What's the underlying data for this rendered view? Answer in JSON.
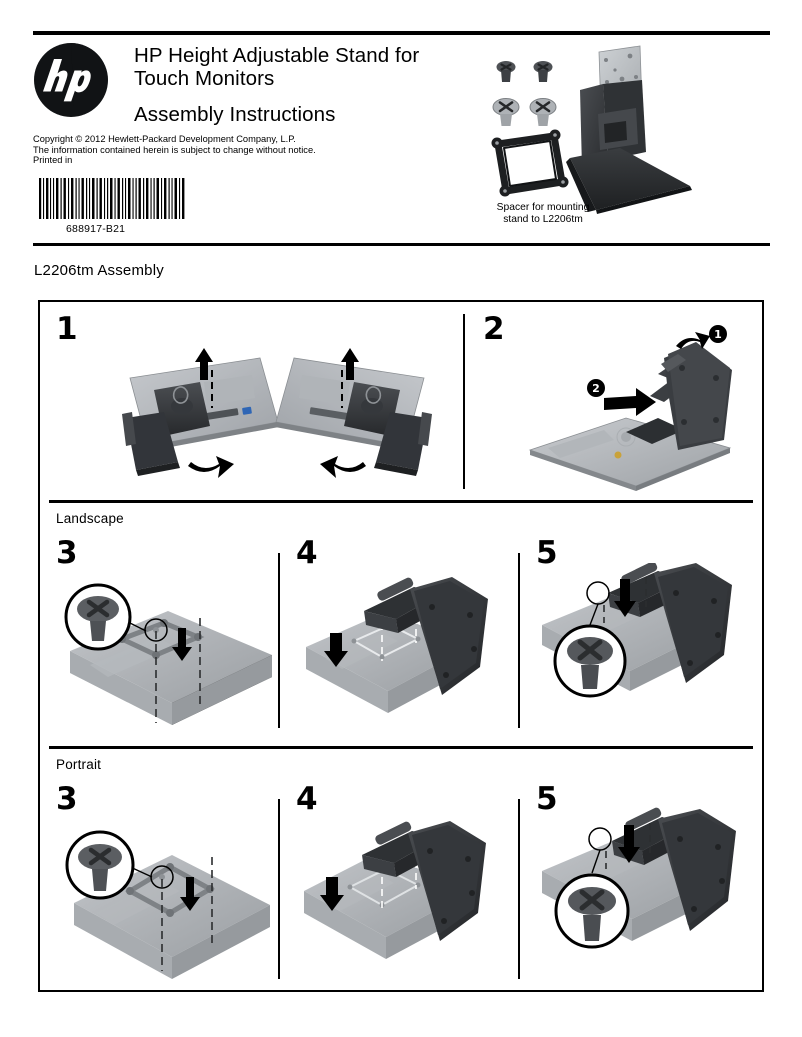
{
  "document": {
    "part_number": "688917-B21",
    "header": {
      "logo": "hp-logo",
      "title_line1": "HP Height Adjustable Stand for",
      "title_line2": "Touch Monitors",
      "subtitle": "Assembly Instructions"
    },
    "copyright": {
      "line1": "Copyright © 2012 Hewlett-Packard Development Company, L.P.",
      "line2": "The information contained herein is subject to change without notice.",
      "line3": "Printed in"
    },
    "parts_illustration": {
      "caption_line1": "Spacer for mounting",
      "caption_line2": "stand to L2206tm",
      "items": [
        "screw-short-dark",
        "screw-short-dark",
        "screw-flat-light",
        "screw-flat-light",
        "spacer-bracket",
        "height-adjustable-stand"
      ]
    },
    "assembly": {
      "heading": "L2206tm Assembly",
      "sections": [
        {
          "label": "",
          "steps": [
            {
              "number": "1",
              "callouts": []
            },
            {
              "number": "2",
              "callouts": [
                "1",
                "2"
              ]
            }
          ]
        },
        {
          "label": "Landscape",
          "steps": [
            {
              "number": "3",
              "callouts": []
            },
            {
              "number": "4",
              "callouts": []
            },
            {
              "number": "5",
              "callouts": []
            }
          ]
        },
        {
          "label": "Portrait",
          "steps": [
            {
              "number": "3",
              "callouts": []
            },
            {
              "number": "4",
              "callouts": []
            },
            {
              "number": "5",
              "callouts": []
            }
          ]
        }
      ]
    },
    "colors": {
      "ink": "#000000",
      "panel_dark": "#3b3d40",
      "panel_mid": "#55585c",
      "monitor_grey": "#b9bcc0",
      "monitor_grey_dark": "#9a9da2",
      "screw_light": "#a9adb1",
      "background": "#ffffff"
    }
  }
}
